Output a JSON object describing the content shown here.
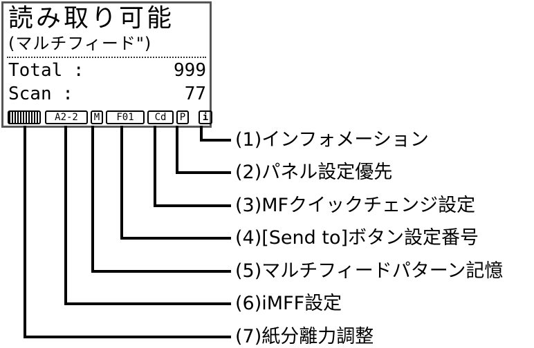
{
  "lcd": {
    "status": "読み取り可能",
    "mode": "(マルチフィード\")",
    "total_label": "Total :",
    "total_value": "999",
    "scan_label": "Scan  :",
    "scan_value": "77",
    "icons": {
      "paper_separation": "",
      "imff": "A2-2",
      "multifeed_memory": "M",
      "send_to": "F01",
      "mf_quick_change": "Cd",
      "panel_priority": "P",
      "information": "i"
    }
  },
  "callouts": [
    "(1)インフォメーション",
    "(2)パネル設定優先",
    "(3)MFクイックチェンジ設定",
    "(4)[Send to]ボタン設定番号",
    "(5)マルチフィードパターン記憶",
    "(6)iMFF設定",
    "(7)紙分離力調整"
  ]
}
